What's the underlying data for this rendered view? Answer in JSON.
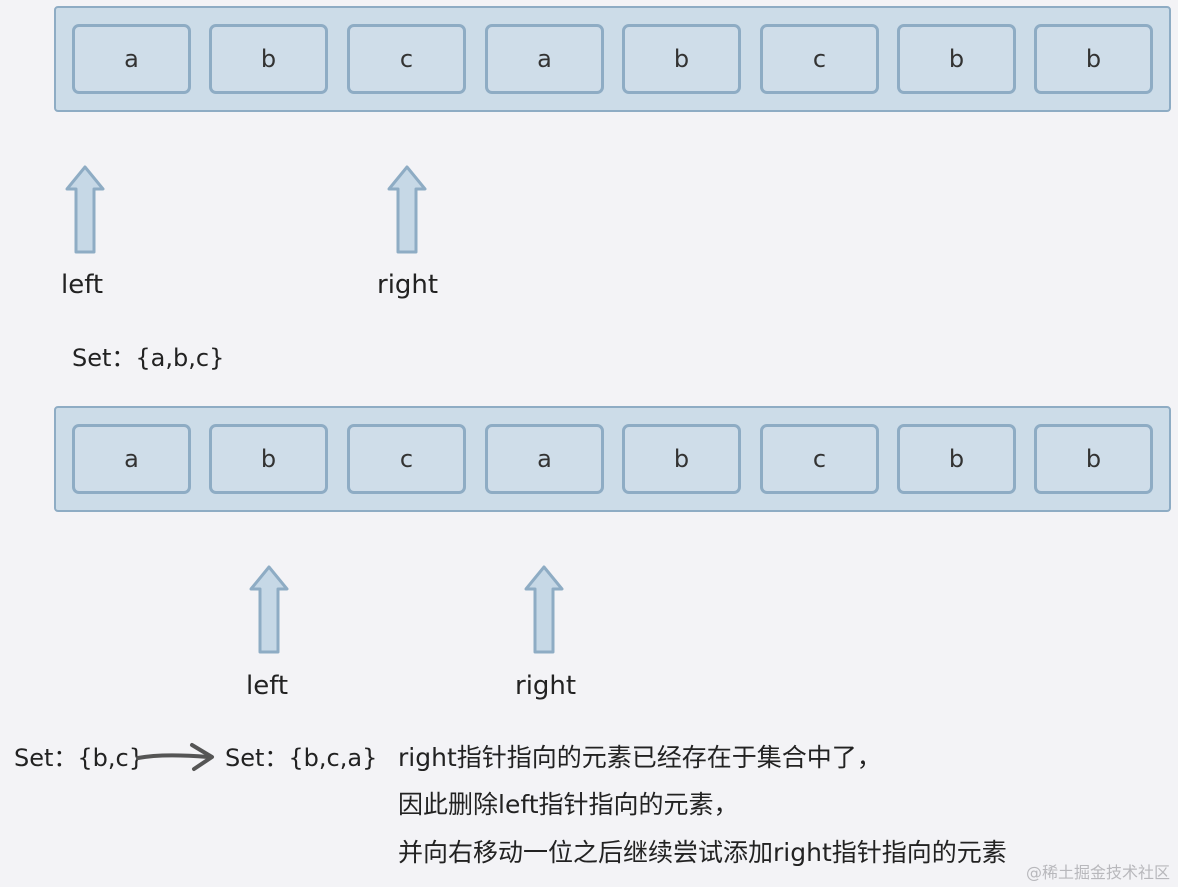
{
  "array": [
    "a",
    "b",
    "c",
    "a",
    "b",
    "c",
    "b",
    "b"
  ],
  "step1": {
    "left_label": "left",
    "right_label": "right",
    "set_text": "Set：{a,b,c}"
  },
  "step2": {
    "left_label": "left",
    "right_label": "right",
    "set_before": "Set：{b,c}",
    "set_after": "Set：{b,c,a}",
    "explanation": [
      "right指针指向的元素已经存在于集合中了，",
      "因此删除left指针指向的元素，",
      "并向右移动一位之后继续尝试添加right指针指向的元素"
    ]
  },
  "watermark": "@稀土掘金技术社区",
  "icons": {
    "pointer": "up-arrow-icon",
    "transition": "right-arrow-icon"
  },
  "colors": {
    "background": "#f3f3f6",
    "cell_fill": "#cfdde9",
    "cell_border": "#8eacc4",
    "arrow_fill": "#c6d8e6",
    "transition_arrow": "#555555"
  }
}
